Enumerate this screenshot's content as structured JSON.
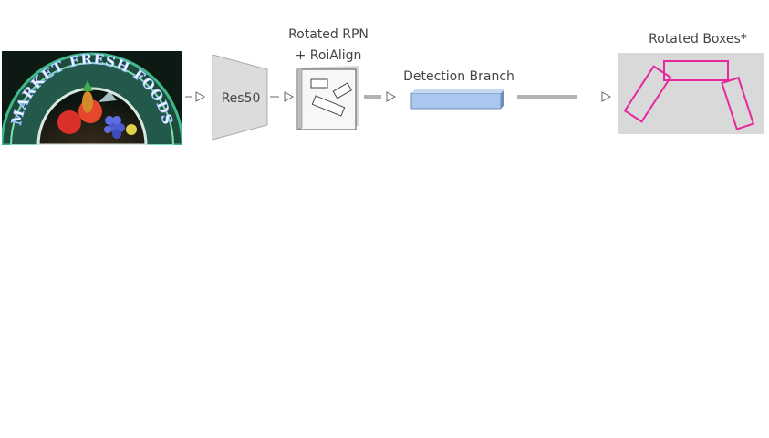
{
  "input_image": {
    "sign_text": "MARKET FRESH FOODS"
  },
  "backbone": {
    "label": "Res50"
  },
  "rpn": {
    "label_line1": "Rotated RPN",
    "label_line2": "+ RoiAlign"
  },
  "detection_branch": {
    "label": "Detection Branch",
    "color": "#a9c7ef"
  },
  "output": {
    "label": "Rotated Boxes*",
    "box_color": "#e7289c",
    "panel_color": "#d9d9d9"
  }
}
